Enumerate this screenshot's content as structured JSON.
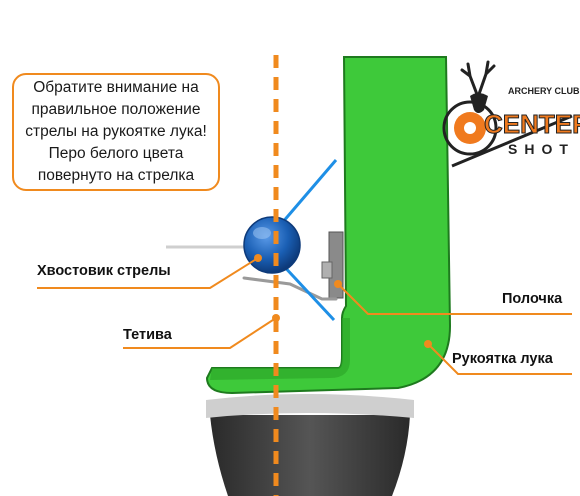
{
  "note": {
    "lines": [
      "Обратите внимание на",
      "правильное положение",
      "стрелы на рукоятке лука!",
      "Перо белого цвета",
      "повернуто на стрелка"
    ]
  },
  "labels": {
    "nock": "Хвостовик стрелы",
    "string": "Тетива",
    "shelf": "Полочка",
    "grip": "Рукоятка лука"
  },
  "logo": {
    "top_text": "ARCHERY CLUB",
    "main_text": "CENTER",
    "sub_text": "SHOT"
  },
  "colors": {
    "riser_green": "#3ec93a",
    "riser_edge": "#1e7a1e",
    "string_orange": "#f08a1e",
    "vane_blue": "#1e8fe6",
    "nock_blue": "#1a5fb4",
    "grip_dark": "#3a3a3a",
    "logo_orange": "#f07a1e"
  },
  "icons": [
    "deer-antler-icon",
    "target-icon",
    "arrow-icon"
  ]
}
